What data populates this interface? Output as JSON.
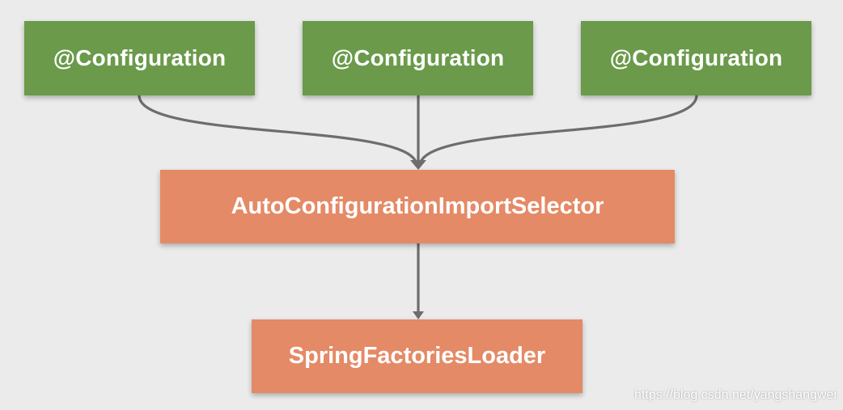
{
  "diagram": {
    "nodes": {
      "config_1": "@Configuration",
      "config_2": "@Configuration",
      "config_3": "@Configuration",
      "selector": "AutoConfigurationImportSelector",
      "loader": "SpringFactoriesLoader"
    },
    "edges": [
      {
        "from": "config_1",
        "to": "selector"
      },
      {
        "from": "config_2",
        "to": "selector"
      },
      {
        "from": "config_3",
        "to": "selector"
      },
      {
        "from": "selector",
        "to": "loader"
      }
    ],
    "colors": {
      "background": "#ebebeb",
      "config_fill": "#6a9a4a",
      "selector_fill": "#e48a66",
      "connector": "#6d6d6d",
      "text": "#ffffff"
    }
  },
  "watermark": "https://blog.csdn.net/yangshangwei"
}
